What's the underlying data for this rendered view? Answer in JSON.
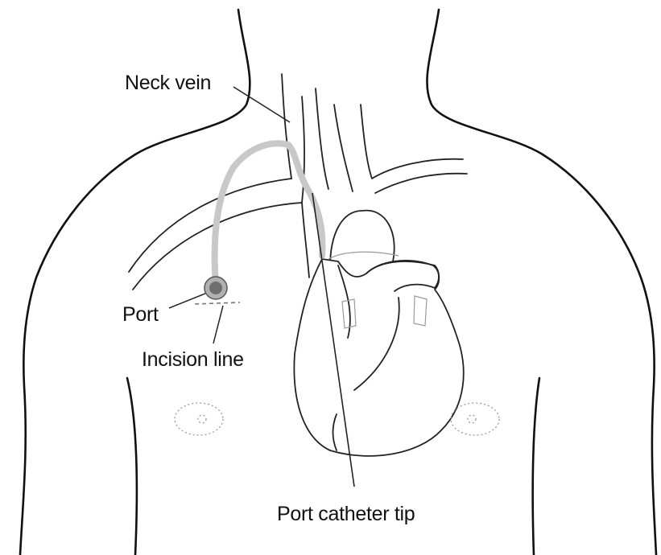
{
  "labels": {
    "neck_vein": "Neck vein",
    "port": "Port",
    "incision_line": "Incision line",
    "port_catheter_tip": "Port catheter tip"
  },
  "colors": {
    "outline": "#111111",
    "catheter": "#c8c8c8",
    "port_fill": "#808080",
    "port_ring": "#b0b0b0",
    "faint_lines": "#9a9a9a"
  }
}
